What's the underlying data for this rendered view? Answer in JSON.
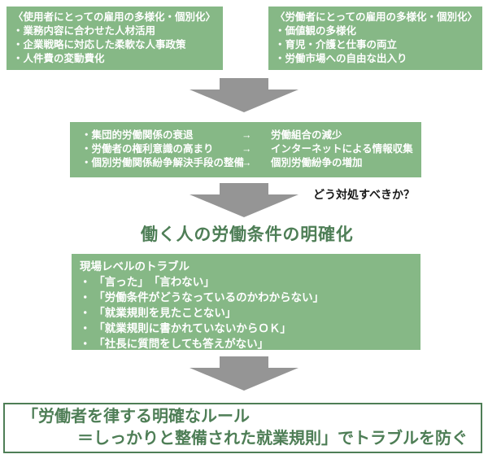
{
  "colors": {
    "box_green": "#86b886",
    "arrow_gray": "#959595",
    "accent_green": "#4e7e56",
    "box_text": "#ffffff",
    "label_text": "#1a1a1a",
    "background": "#ffffff"
  },
  "top_left_box": {
    "heading": "〈使用者にとっての雇用の多様化・個別化〉",
    "items": [
      "・業務内容に合わせた人材活用",
      "・企業戦略に対応した柔軟な人事政策",
      "・人件費の変動費化"
    ]
  },
  "top_right_box": {
    "heading": "〈労働者にとっての雇用の多様化・個別化〉",
    "items": [
      "・価値観の多様化",
      "・育児・介護と仕事の両立",
      "・労働市場への自由な出入り"
    ]
  },
  "changes_box": {
    "rows": [
      {
        "left": "・集団的労働関係の衰退",
        "arrow": "→",
        "right": "労働組合の減少"
      },
      {
        "left": "・労働者の権利意識の高まり",
        "arrow": "→",
        "right": "インターネットによる情報収集"
      },
      {
        "left": "・個別労働関係紛争解決手段の整備",
        "arrow": "→",
        "right": "個別労働紛争の増加"
      }
    ]
  },
  "question_label": "どう対処すべきか？",
  "main_title": "働く人の労働条件の明確化",
  "trouble_box": {
    "heading": "現場レベルのトラブル",
    "items": [
      "・ 「言った」　「言わない」",
      "・ 「労働条件がどうなっているのかわからない」",
      "・ 「就業規則を見たことない」",
      "・ 「就業規則に書かれていないからＯＫ」",
      "・ 「社長に質問をしても答えがない」"
    ]
  },
  "conclusion_box": {
    "line1": "「労働者を律する明確なルール",
    "line2": "＝しっかりと整備された就業規則」でトラブルを防ぐ"
  }
}
